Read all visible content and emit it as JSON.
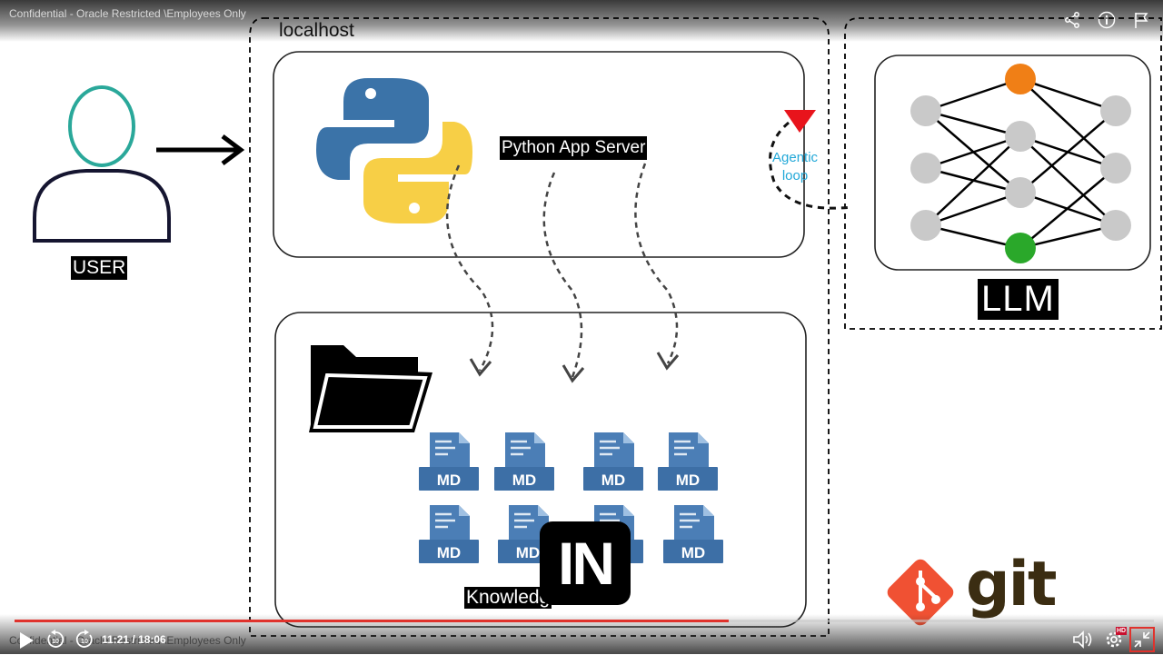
{
  "header": {
    "classification": "Confidential - Oracle Restricted \\Employees Only"
  },
  "diagram": {
    "user_label": "USER",
    "localhost_label": "localhost",
    "server_label": "Python App Server",
    "agentic_line1": "Agentic",
    "agentic_line2": "loop",
    "llm_label": "LLM",
    "knowledge_label": "Knowledg",
    "in_badge": "IN",
    "git_label": "git",
    "md_label": "MD",
    "md_file_count": 8
  },
  "player": {
    "current_time": "11:21",
    "duration": "18:06",
    "time_display": "11:21 / 18:06",
    "progress": 0.627,
    "rewind_seconds": "10",
    "forward_seconds": "10",
    "hd_badge": "HD",
    "footer_watermark": "Confidential - Oracle Restricted \\Employees Only"
  },
  "icons": [
    "share-icon",
    "info-icon",
    "flag-icon",
    "play-icon",
    "rewind-10-icon",
    "forward-10-icon",
    "volume-icon",
    "settings-icon",
    "exit-fullscreen-icon",
    "python-logo-icon",
    "folder-icon",
    "md-file-icon",
    "git-logo-icon",
    "neural-network-icon",
    "user-icon"
  ],
  "colors": {
    "accent": "#e0322c",
    "agentic": "#22a8d8",
    "llm_top_node": "#f07f16",
    "llm_bottom_node": "#2aa82a",
    "git": "#f05133"
  }
}
